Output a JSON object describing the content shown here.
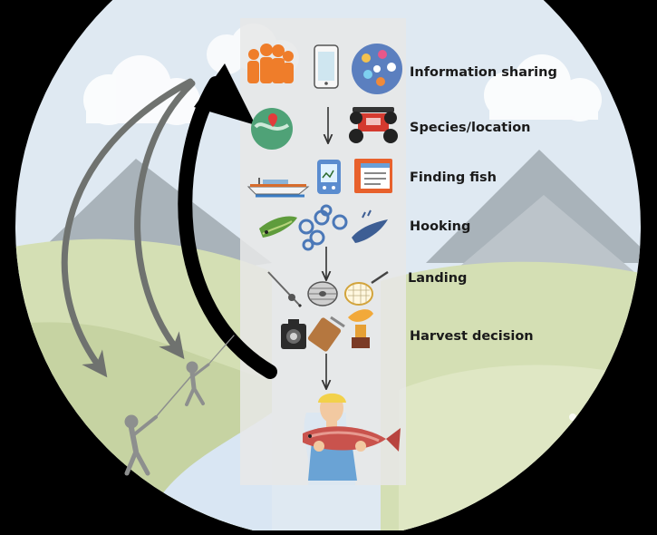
{
  "stages": [
    {
      "label": "Information sharing",
      "icons": [
        "people-group-icon",
        "smartphone-icon",
        "social-media-icon"
      ]
    },
    {
      "label": "Species/location",
      "icons": [
        "map-pin-icon",
        "atv-icon"
      ]
    },
    {
      "label": "Finding fish",
      "icons": [
        "boat-icon",
        "fish-finder-icon",
        "fishing-report-icon"
      ]
    },
    {
      "label": "Hooking",
      "icons": [
        "lure-icon",
        "hooks-icon",
        "soft-bait-icon"
      ]
    },
    {
      "label": "Landing",
      "icons": [
        "fishing-rod-icon",
        "fishing-line-spool-icon",
        "landing-net-icon"
      ]
    },
    {
      "label": "Harvest decision",
      "icons": [
        "camera-icon",
        "cutting-board-icon",
        "fish-trophy-icon"
      ]
    }
  ],
  "result_icon": "angler-holding-fish-icon",
  "colors": {
    "background": "#000000",
    "sky": "#dfe9f2",
    "mountains": "#a9b3ba",
    "hills": "#d4dfb4",
    "river": "#d9e6f3",
    "central_panel": "#e8e8e8",
    "feedback_arrow": "#000000",
    "dispersal_arrows": "#6f726f"
  }
}
